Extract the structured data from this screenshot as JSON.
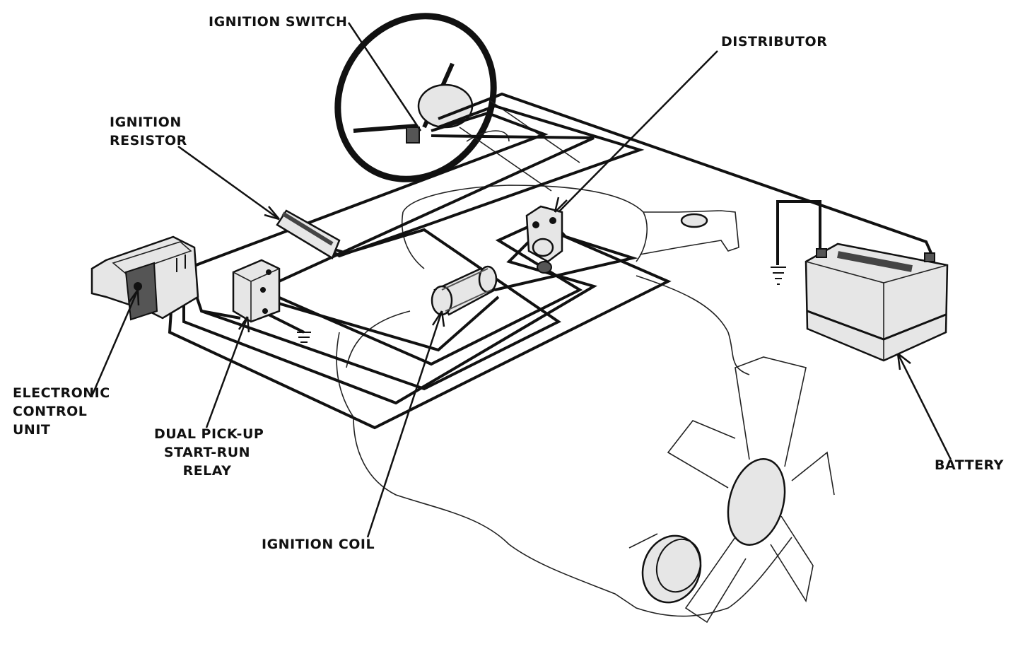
{
  "labels": {
    "ignition_switch": "IGNITION SWITCH",
    "distributor": "DISTRIBUTOR",
    "ignition_resistor": [
      "IGNITION",
      "RESISTOR"
    ],
    "electronic_control_unit": [
      "ELECTRONIC",
      "CONTROL",
      "UNIT"
    ],
    "dual_pickup_relay": [
      "DUAL PICK-UP",
      "START-RUN",
      "RELAY"
    ],
    "ignition_coil": "IGNITION COIL",
    "battery": "BATTERY"
  }
}
